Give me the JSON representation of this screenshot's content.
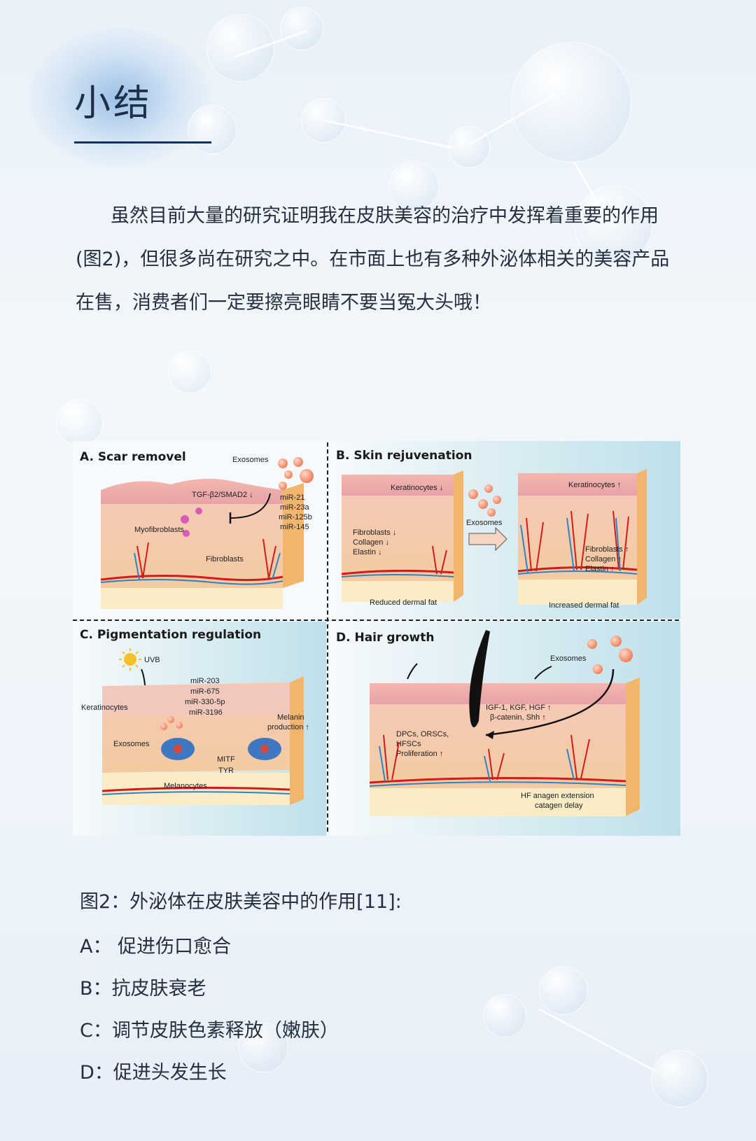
{
  "title": "小结",
  "paragraph": "虽然目前大量的研究证明我在皮肤美容的治疗中发挥着重要的作用(图2)，但很多尚在研究之中。在市面上也有多种外泌体相关的美容产品在售，消费者们一定要擦亮眼睛不要当冤大头哦！",
  "figure": {
    "panel_a": {
      "title": "A. Scar removel",
      "exosomes": "Exosomes",
      "mirs": [
        "miR-21",
        "miR-23a",
        "miR-125b",
        "miR-145"
      ],
      "tgf": "TGF-β2/SMAD2 ↓",
      "myofibroblasts": "Myofibroblasts",
      "fibroblasts": "Fibroblasts"
    },
    "panel_b": {
      "title": "B. Skin rejuvenation",
      "keratinocytes_down": "Keratinocytes ↓",
      "keratinocytes_up": "Keratinocytes ↑",
      "left_markers": [
        "Fibroblasts ↓",
        "Collagen ↓",
        "Elastin ↓"
      ],
      "right_markers": [
        "Fibroblasts ↑",
        "Collagen ↑",
        "Elastin ↑"
      ],
      "exosomes": "Exosomes",
      "reduced_fat": "Reduced dermal fat",
      "increased_fat": "Increased dermal fat"
    },
    "panel_c": {
      "title": "C. Pigmentation regulation",
      "uvb": "UVB",
      "mirs": [
        "miR-203",
        "miR-675",
        "miR-330-5p",
        "miR-3196"
      ],
      "keratinocytes": "Keratinocytes",
      "melanin": [
        "Melanin",
        "production ↑"
      ],
      "exosomes": "Exosomes",
      "mitf_tyr": [
        "MITF",
        "TYR"
      ],
      "melanocytes": "Melanocytes"
    },
    "panel_d": {
      "title": "D. Hair growth",
      "exosomes": "Exosomes",
      "factors": [
        "IGF-1, KGF, HGF ↑",
        "β-catenin, Shh ↑"
      ],
      "cells": [
        "DPCs, ORSCs,",
        "HFSCs",
        "Proliferation ↑"
      ],
      "hf": [
        "HF anagen extension",
        "catagen delay"
      ]
    }
  },
  "caption": "图2：外泌体在皮肤美容中的作用[11]:",
  "caption_items": [
    "A： 促进伤口愈合",
    "B：抗皮肤衰老",
    "C：调节皮肤色素释放（嫩肤）",
    "D：促进头发生长"
  ]
}
